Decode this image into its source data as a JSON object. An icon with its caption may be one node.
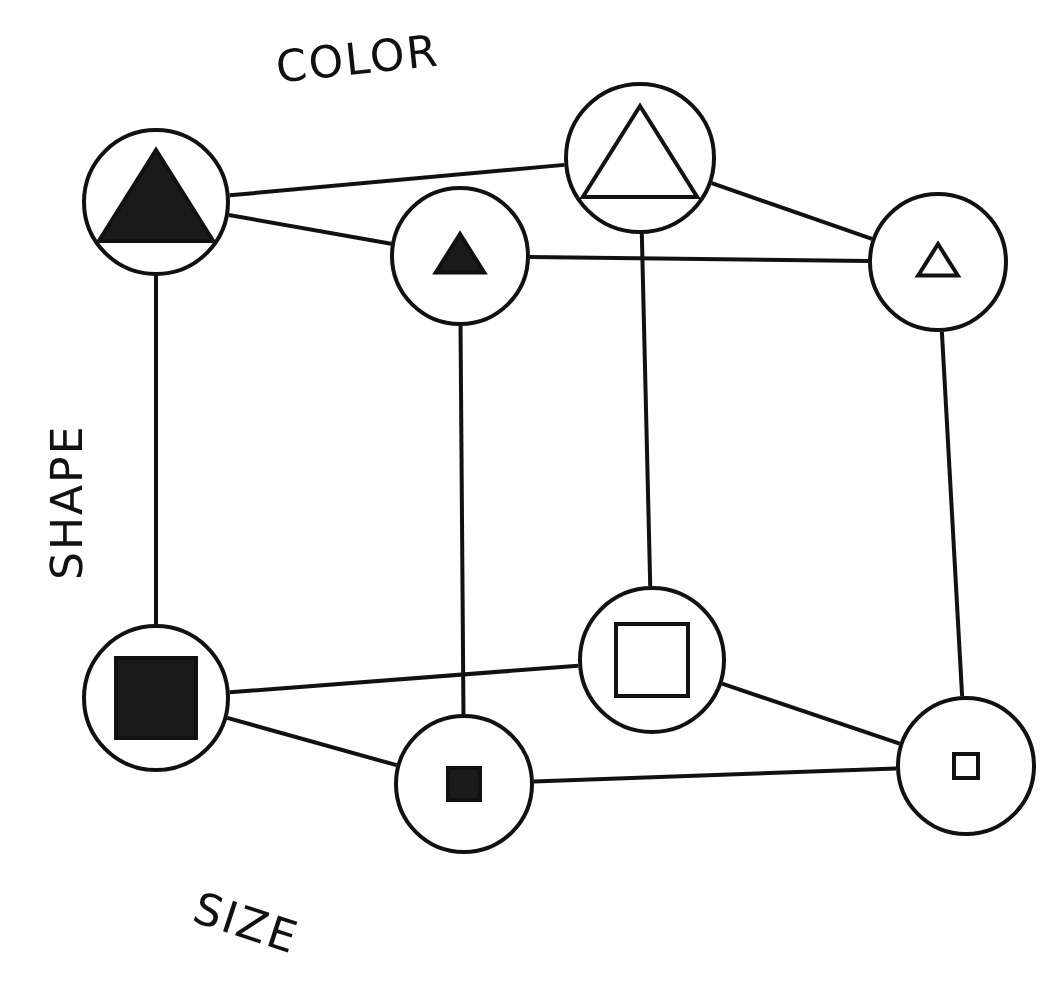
{
  "diagram": {
    "nodes": [
      {
        "text": [],
        "shape": "circle"
      },
      {
        "text": [],
        "shape": "circle"
      },
      {
        "text": [],
        "shape": "circle"
      },
      {
        "text": [],
        "shape": "circle"
      },
      {
        "text": [],
        "shape": "circle"
      },
      {
        "text": [],
        "shape": "circle"
      },
      {
        "text": [],
        "shape": "circle"
      },
      {
        "text": [],
        "shape": "circle"
      }
    ],
    "edges": [
      {
        "from": 0,
        "to": 1,
        "arrow": "none"
      },
      {
        "from": 1,
        "to": 2,
        "arrow": "none"
      },
      {
        "from": 0,
        "to": 3,
        "arrow": "none"
      },
      {
        "from": 3,
        "to": 2,
        "arrow": "none"
      },
      {
        "from": 4,
        "to": 5,
        "arrow": "none"
      },
      {
        "from": 5,
        "to": 6,
        "arrow": "none"
      },
      {
        "from": 4,
        "to": 7,
        "arrow": "none"
      },
      {
        "from": 7,
        "to": 6,
        "arrow": "none"
      },
      {
        "from": 0,
        "to": 4,
        "arrow": "none"
      },
      {
        "from": 1,
        "to": 5,
        "arrow": "none"
      },
      {
        "from": 2,
        "to": 6,
        "arrow": "none"
      },
      {
        "from": 3,
        "to": 7,
        "arrow": "none"
      }
    ],
    "labels": [
      "COLOR",
      "SHAPE",
      "SIZE"
    ]
  }
}
